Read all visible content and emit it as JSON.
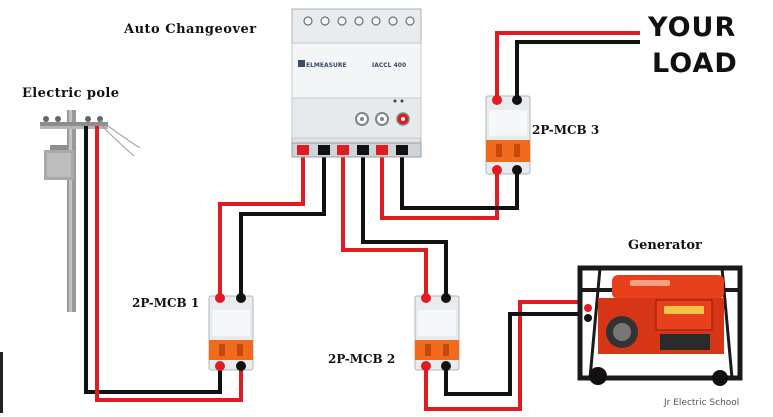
{
  "labels": {
    "auto_changeover": "Auto Changeover",
    "electric_pole": "Electric pole",
    "your": "YOUR",
    "load": "LOAD",
    "mcb1": "2P-MCB 1",
    "mcb2": "2P-MCB 2",
    "mcb3": "2P-MCB 3",
    "generator": "Generator",
    "credit": "Jr Electric School"
  },
  "device": {
    "brand": "ELMEASURE",
    "model": "IACCL 400"
  },
  "colors": {
    "phase_wire": "#e01b22",
    "neutral_wire": "#111111",
    "mcb_handle": "#f26b1d",
    "generator_body": "#e8401c",
    "changeover_body": "#dfe3e6"
  }
}
